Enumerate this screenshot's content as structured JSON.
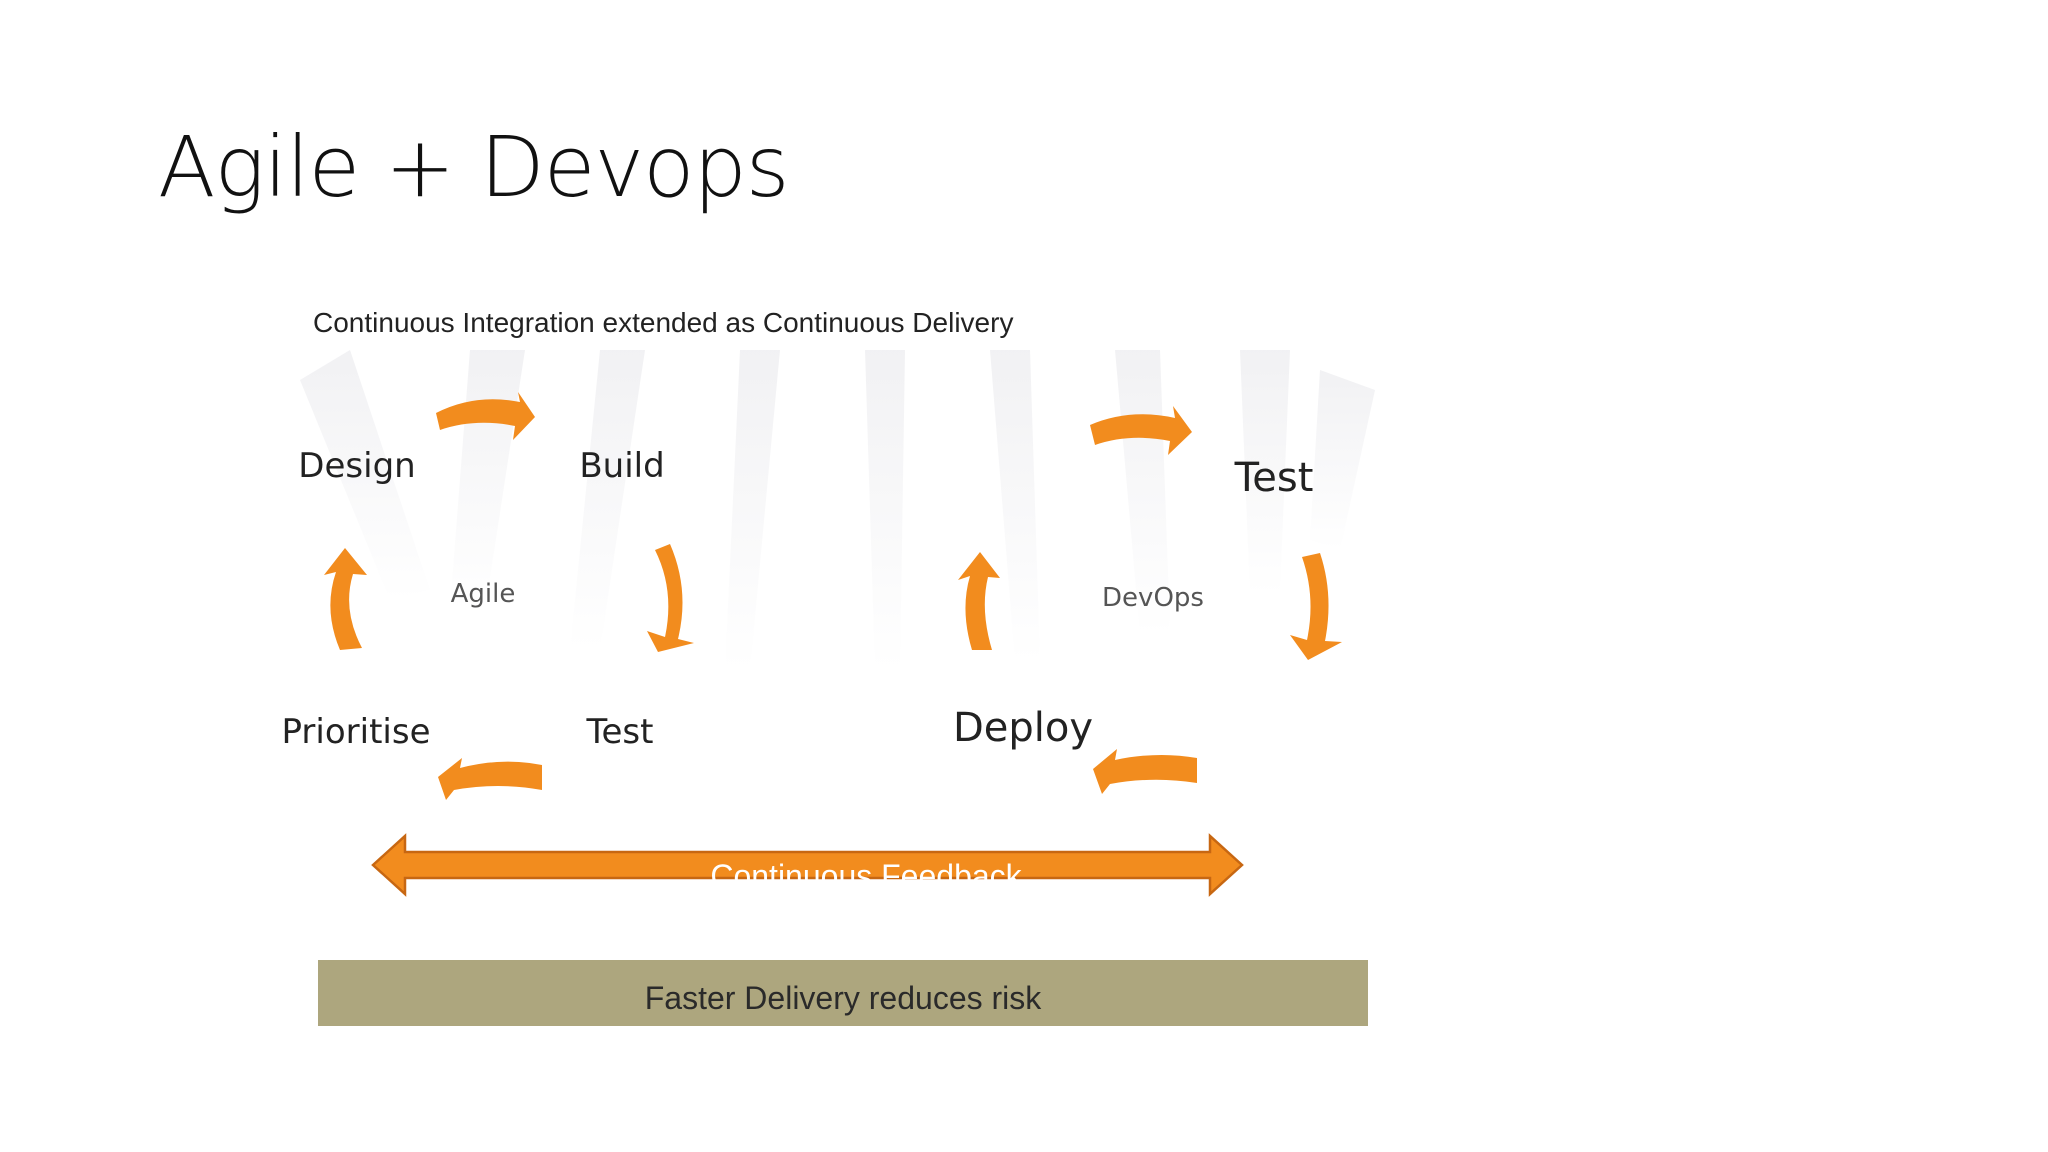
{
  "slide": {
    "title": "Agile + Devops"
  },
  "diagram": {
    "subtitle": "Continuous Integration extended as Continuous Delivery",
    "agile_cycle": {
      "label": "Agile",
      "stages": [
        "Design",
        "Build",
        "Test",
        "Prioritise"
      ]
    },
    "devops_cycle": {
      "label": "DevOps",
      "stages": [
        "Test",
        "Deploy"
      ]
    },
    "feedback_label": "Continuous Feedback",
    "banner_text": "Faster Delivery reduces risk"
  },
  "colors": {
    "arrow_orange": "#f28c1e",
    "arrow_stroke": "#c76712",
    "banner": "#ada67e"
  }
}
